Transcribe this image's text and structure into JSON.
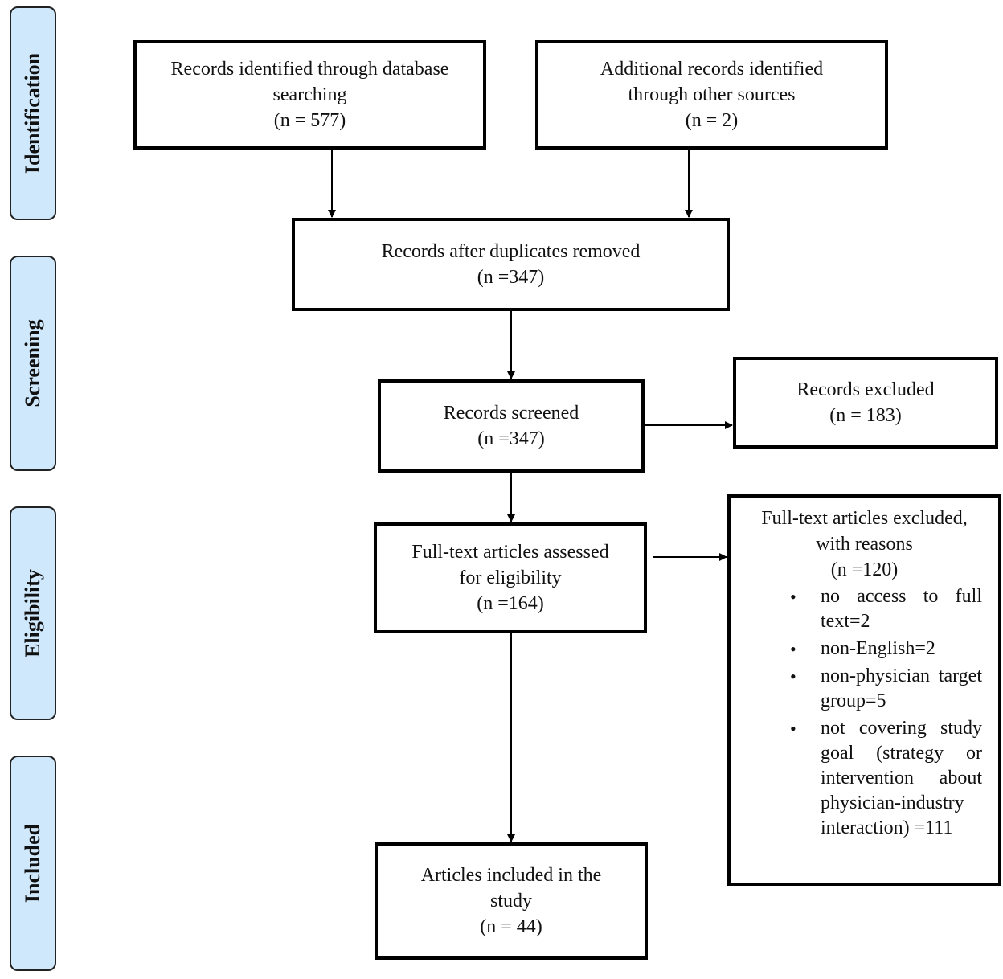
{
  "phases": {
    "identification": "Identification",
    "screening": "Screening",
    "eligibility": "Eligibility",
    "included": "Included"
  },
  "boxes": {
    "database": {
      "line1": "Records identified through database",
      "line2": "searching",
      "line3": "(n = 577)"
    },
    "other_sources": {
      "line1": "Additional records identified",
      "line2": "through other sources",
      "line3": "(n = 2)"
    },
    "duplicates_removed": {
      "line1": "Records after duplicates removed",
      "line2": "(n =347)"
    },
    "screened": {
      "line1": "Records screened",
      "line2": "(n =347)"
    },
    "excluded": {
      "line1": "Records excluded",
      "line2": "(n = 183)"
    },
    "fulltext_assessed": {
      "line1": "Full-text articles assessed",
      "line2": "for eligibility",
      "line3": "(n =164)"
    },
    "fulltext_excluded": {
      "line1": "Full-text articles excluded,",
      "line2": "with reasons",
      "line3": "(n =120)",
      "reasons": [
        "no access to full text=2",
        "non-English=2",
        "non-physician target group=5",
        "not covering study goal (strategy or intervention about physician-industry interaction) =111"
      ]
    },
    "included": {
      "line1": "Articles included in the",
      "line2": "study",
      "line3": "(n = 44)"
    }
  },
  "colors": {
    "phase_fill": "#cfe8fb",
    "border": "#000000"
  }
}
